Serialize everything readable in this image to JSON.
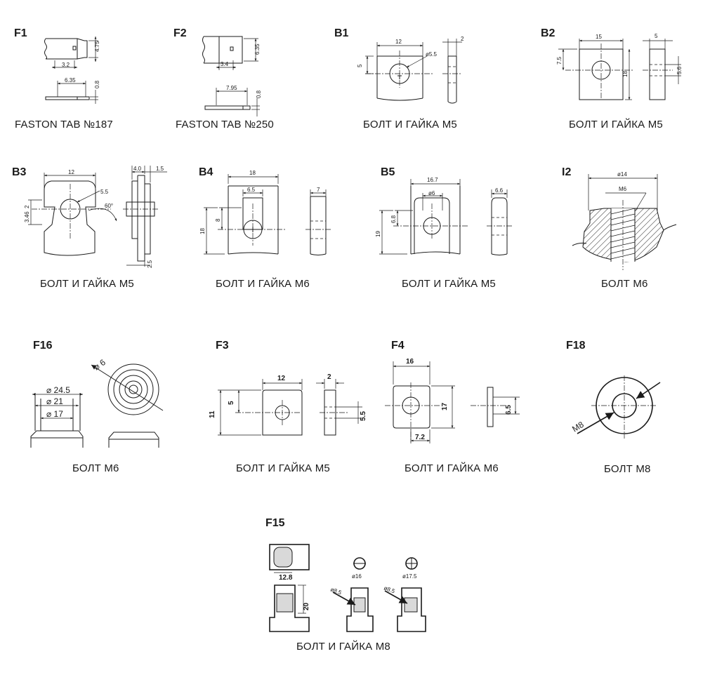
{
  "terminals": [
    {
      "code": "F1",
      "caption": "FASTON TAB №187",
      "dims": [
        "4.75",
        "3.2",
        "6.35",
        "0.8"
      ]
    },
    {
      "code": "F2",
      "caption": "FASTON TAB №250",
      "dims": [
        "6.35",
        "3.4",
        "7.95",
        "0.8"
      ]
    },
    {
      "code": "B1",
      "caption": "БОЛТ И ГАЙКА M5",
      "dims": [
        "12",
        "2",
        "5",
        "ø5.5"
      ]
    },
    {
      "code": "B2",
      "caption": "БОЛТ И ГАЙКА M5",
      "dims": [
        "15",
        "5",
        "7.5",
        "18",
        "5.6"
      ]
    },
    {
      "code": "B3",
      "caption": "БОЛТ И ГАЙКА M5",
      "dims": [
        "12",
        "4.0",
        "1.5",
        "5.5",
        "3.46",
        "2",
        "60°",
        "2.5"
      ]
    },
    {
      "code": "B4",
      "caption": "БОЛТ И ГАЙКА M6",
      "dims": [
        "18",
        "6.5",
        "7",
        "8",
        "18"
      ]
    },
    {
      "code": "B5",
      "caption": "БОЛТ И ГАЙКА M5",
      "dims": [
        "16.7",
        "ø6",
        "6.6",
        "6.8",
        "19"
      ]
    },
    {
      "code": "I2",
      "caption": "БОЛТ M6",
      "dims": [
        "ø14",
        "M6"
      ]
    },
    {
      "code": "F16",
      "caption": "БОЛТ M6",
      "dims": [
        "24.5",
        "21",
        "17",
        "6"
      ]
    },
    {
      "code": "F3",
      "caption": "БОЛТ И ГАЙКА M5",
      "dims": [
        "12",
        "2",
        "5",
        "11",
        "5.5"
      ]
    },
    {
      "code": "F4",
      "caption": "БОЛТ И ГАЙКА M6",
      "dims": [
        "16",
        "17",
        "7.2",
        "6.5"
      ]
    },
    {
      "code": "F18",
      "caption": "БОЛТ M8",
      "dims": [
        "M8"
      ]
    },
    {
      "code": "F15",
      "caption": "БОЛТ И ГАЙКА M8",
      "dims": [
        "12.8",
        "20",
        "ø16",
        "ø17.5",
        "ø8.5",
        "ø8.5"
      ]
    }
  ]
}
